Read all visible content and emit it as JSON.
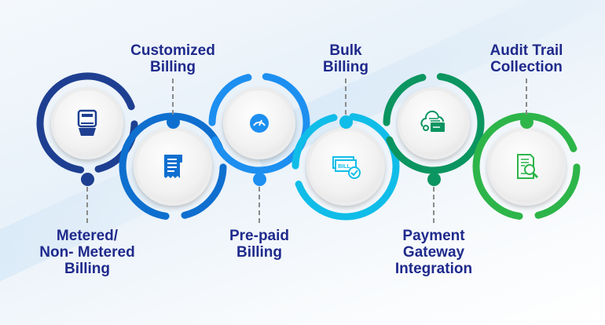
{
  "items": [
    {
      "label": "Metered/\nNon- Metered\nBilling",
      "color": "#1e3f91",
      "icon": "meter-icon"
    },
    {
      "label": "Customized\nBilling",
      "color": "#0f6fcf",
      "icon": "receipt-icon"
    },
    {
      "label": "Pre-paid\nBilling",
      "color": "#1d8ff0",
      "icon": "gauge-icon"
    },
    {
      "label": "Bulk\nBilling",
      "color": "#10bde8",
      "icon": "bill-check-icon",
      "icon_text": "BILL"
    },
    {
      "label": "Payment\nGateway\nIntegration",
      "color": "#0b9560",
      "icon": "cloud-card-icon"
    },
    {
      "label": "Audit Trail\nCollection",
      "color": "#2db54a",
      "icon": "document-search-icon"
    }
  ]
}
